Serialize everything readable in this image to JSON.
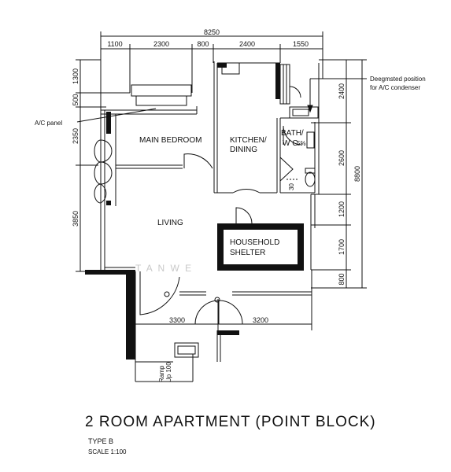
{
  "dimensions": {
    "overall_width": "8250",
    "top_segments": [
      "1100",
      "2300",
      "800",
      "2400",
      "1550"
    ],
    "left_segments": [
      "1300",
      "500",
      "2350",
      "3850"
    ],
    "right_segments": [
      "2400",
      "2600",
      "1200",
      "1700",
      "800"
    ],
    "right_overall": "8800",
    "bottom_segments": [
      "3300",
      "3200"
    ]
  },
  "rooms": {
    "main_bedroom": "MAIN BEDROOM",
    "kitchen_line1": "KITCHEN/",
    "kitchen_line2": "DINING",
    "bath_line1": "BATH/",
    "bath_line2": "W C",
    "bath_mark": "5%",
    "living": "LIVING",
    "shelter_line1": "HOUSEHOLD",
    "shelter_line2": "SHELTER",
    "ramp_line1": "Ramp",
    "ramp_line2": "Up 100"
  },
  "annotations": {
    "ac_panel": "A/C panel",
    "condenser_line1": "Deegmsted position",
    "condenser_line2": "for A/C condenser",
    "step": "30"
  },
  "watermark": "T  A  N     W  E",
  "title": "2 ROOM APARTMENT (POINT BLOCK)",
  "type_label": "TYPE B",
  "scale_label": "SCALE  1:100"
}
